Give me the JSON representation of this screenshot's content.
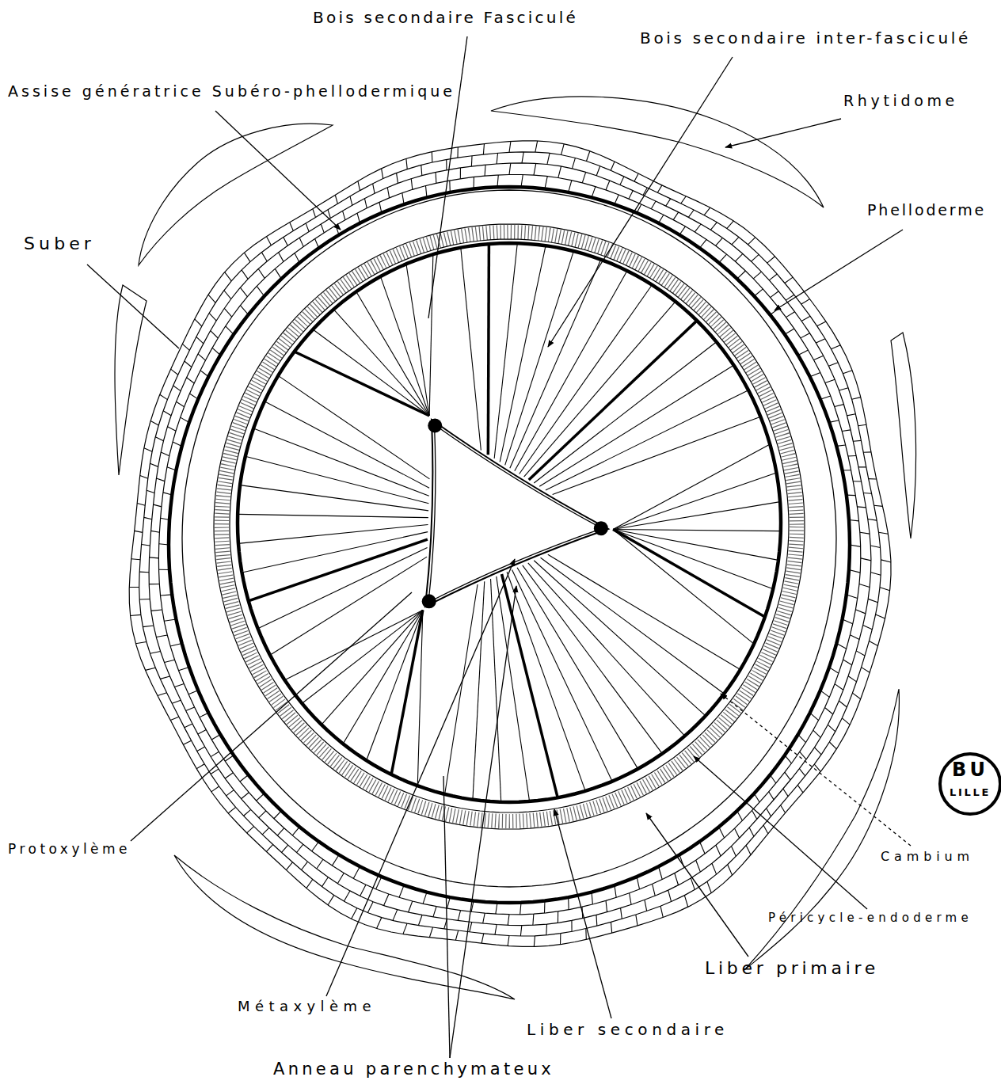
{
  "diagram": {
    "labels": [
      "Bois secondaire Fasciculé",
      "Bois secondaire inter-fasciculé",
      "Assise génératrice Subéro-phellodermique",
      "Rhytidome",
      "Phelloderme",
      "Suber",
      "Protoxylème",
      "Cambium",
      "Péricycle-endoderme",
      "Liber primaire",
      "Métaxylème",
      "Liber secondaire",
      "Anneau parenchymateux",
      "BU",
      "LILLE"
    ]
  }
}
